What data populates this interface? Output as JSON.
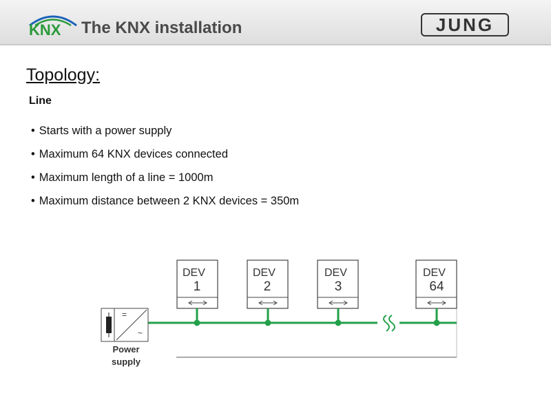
{
  "header": {
    "title": "The KNX installation",
    "logo_text": "KNX",
    "brand_text": "JUNG"
  },
  "section_title": "Topology:",
  "sub_heading": "Line",
  "bullets": [
    "Starts with a power supply",
    "Maximum 64 KNX devices connected",
    "Maximum length of a line  =  1000m",
    "Maximum distance between 2 KNX devices = 350m"
  ],
  "diagram": {
    "devices": [
      {
        "label": "DEV",
        "number": "1"
      },
      {
        "label": "DEV",
        "number": "2"
      },
      {
        "label": "DEV",
        "number": "3"
      },
      {
        "label": "DEV",
        "number": "64"
      }
    ],
    "power_supply": {
      "line1": "Power",
      "line2": "supply",
      "dc_symbol": "=",
      "ac_symbol": "~"
    },
    "bus_color": "#22a04a",
    "colors": {
      "knx_green": "#2a9a3a",
      "knx_blue": "#1a62b8",
      "header_text": "#4a4a4a"
    }
  }
}
